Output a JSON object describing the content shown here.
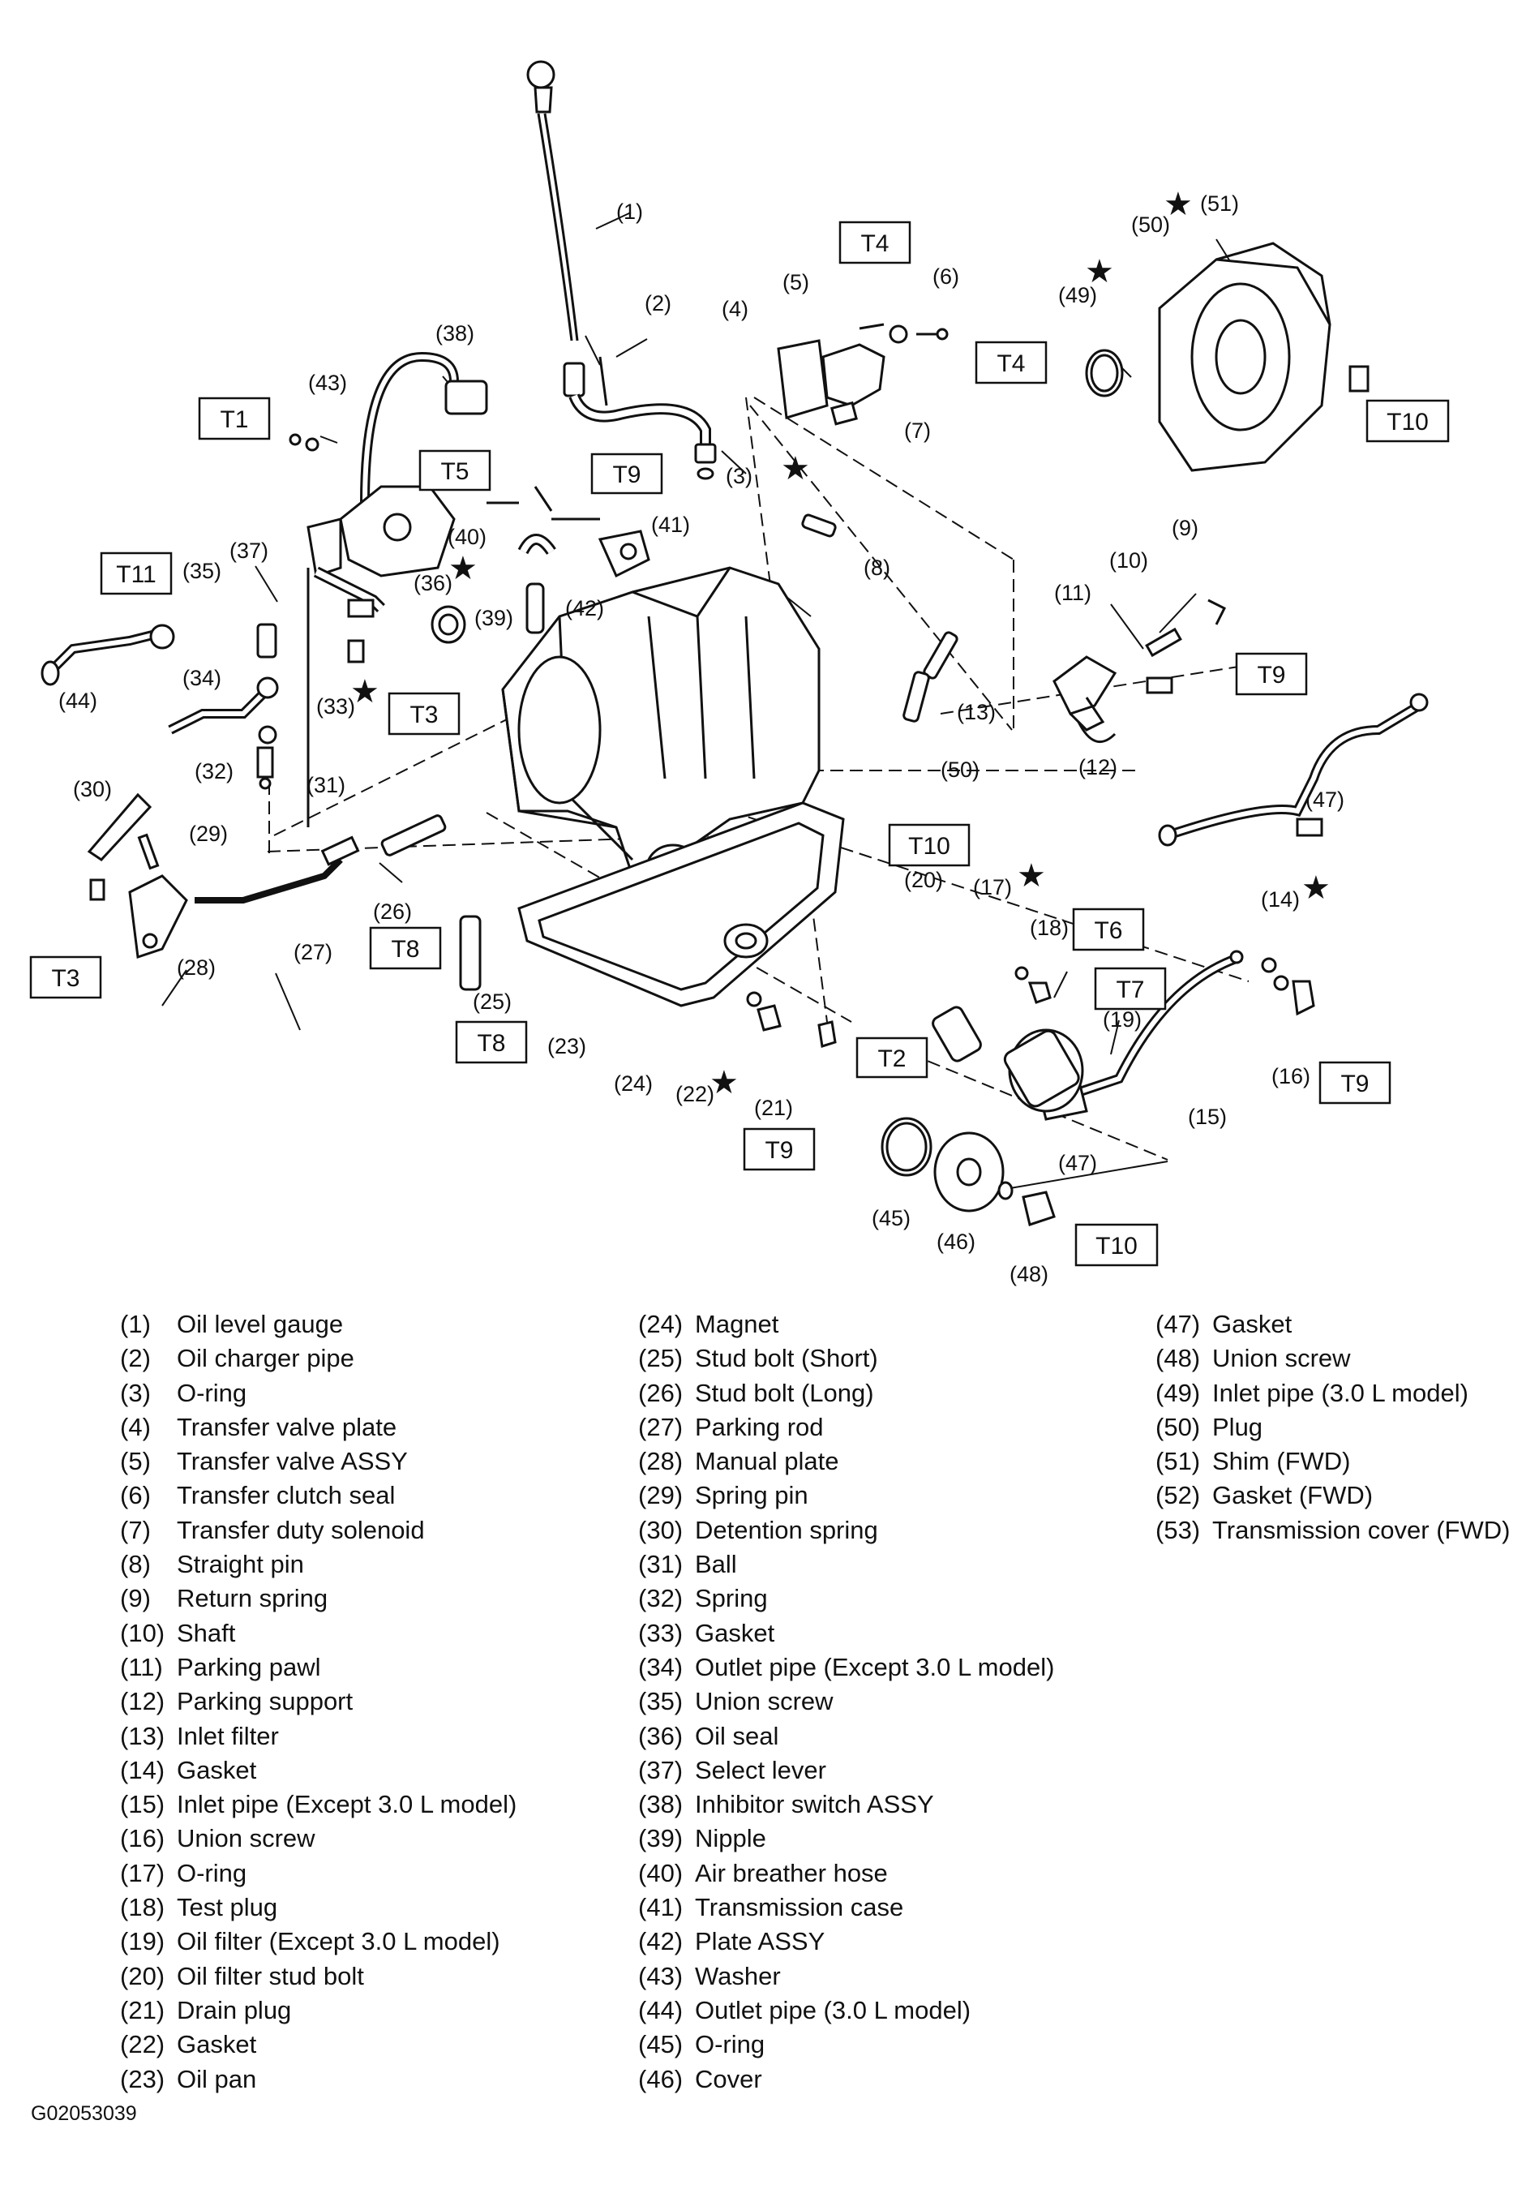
{
  "callouts": [
    {
      "id": "c1",
      "text": "(1)"
    },
    {
      "id": "c2",
      "text": "(2)"
    },
    {
      "id": "c3",
      "text": "(3)"
    },
    {
      "id": "c4",
      "text": "(4)"
    },
    {
      "id": "c5",
      "text": "(5)"
    },
    {
      "id": "c6",
      "text": "(6)"
    },
    {
      "id": "c7",
      "text": "(7)"
    },
    {
      "id": "c8",
      "text": "(8)"
    },
    {
      "id": "c9",
      "text": "(9)"
    },
    {
      "id": "c10",
      "text": "(10)"
    },
    {
      "id": "c11",
      "text": "(11)"
    },
    {
      "id": "c12",
      "text": "(12)"
    },
    {
      "id": "c13",
      "text": "(13)"
    },
    {
      "id": "c14",
      "text": "(14)"
    },
    {
      "id": "c15",
      "text": "(15)"
    },
    {
      "id": "c16",
      "text": "(16)"
    },
    {
      "id": "c17",
      "text": "(17)"
    },
    {
      "id": "c18",
      "text": "(18)"
    },
    {
      "id": "c19",
      "text": "(19)"
    },
    {
      "id": "c20",
      "text": "(20)"
    },
    {
      "id": "c21",
      "text": "(21)"
    },
    {
      "id": "c22",
      "text": "(22)"
    },
    {
      "id": "c23",
      "text": "(23)"
    },
    {
      "id": "c24",
      "text": "(24)"
    },
    {
      "id": "c25",
      "text": "(25)"
    },
    {
      "id": "c26",
      "text": "(26)"
    },
    {
      "id": "c27",
      "text": "(27)"
    },
    {
      "id": "c28",
      "text": "(28)"
    },
    {
      "id": "c29",
      "text": "(29)"
    },
    {
      "id": "c30",
      "text": "(30)"
    },
    {
      "id": "c31",
      "text": "(31)"
    },
    {
      "id": "c32",
      "text": "(32)"
    },
    {
      "id": "c33",
      "text": "(33)"
    },
    {
      "id": "c34",
      "text": "(34)"
    },
    {
      "id": "c35",
      "text": "(35)"
    },
    {
      "id": "c36",
      "text": "(36)"
    },
    {
      "id": "c37",
      "text": "(37)"
    },
    {
      "id": "c38",
      "text": "(38)"
    },
    {
      "id": "c39",
      "text": "(39)"
    },
    {
      "id": "c40",
      "text": "(40)"
    },
    {
      "id": "c41",
      "text": "(41)"
    },
    {
      "id": "c42",
      "text": "(42)"
    },
    {
      "id": "c43",
      "text": "(43)"
    },
    {
      "id": "c44",
      "text": "(44)"
    },
    {
      "id": "c45",
      "text": "(45)"
    },
    {
      "id": "c46",
      "text": "(46)"
    },
    {
      "id": "c47a",
      "text": "(47)"
    },
    {
      "id": "c47b",
      "text": "(47)"
    },
    {
      "id": "c48",
      "text": "(48)"
    },
    {
      "id": "c49",
      "text": "(49)"
    },
    {
      "id": "c50a",
      "text": "(50)"
    },
    {
      "id": "c50b",
      "text": "(50)"
    },
    {
      "id": "c51",
      "text": "(51)"
    }
  ],
  "torque_labels": [
    {
      "id": "t4a",
      "text": "T4"
    },
    {
      "id": "t4b",
      "text": "T4"
    },
    {
      "id": "t1",
      "text": "T1"
    },
    {
      "id": "t5",
      "text": "T5"
    },
    {
      "id": "t9a",
      "text": "T9"
    },
    {
      "id": "t10a",
      "text": "T10"
    },
    {
      "id": "t11",
      "text": "T11"
    },
    {
      "id": "t3a",
      "text": "T3"
    },
    {
      "id": "t9b",
      "text": "T9"
    },
    {
      "id": "t10b",
      "text": "T10"
    },
    {
      "id": "t6",
      "text": "T6"
    },
    {
      "id": "t7",
      "text": "T7"
    },
    {
      "id": "t8a",
      "text": "T8"
    },
    {
      "id": "t8b",
      "text": "T8"
    },
    {
      "id": "t3b",
      "text": "T3"
    },
    {
      "id": "t2",
      "text": "T2"
    },
    {
      "id": "t9c",
      "text": "T9"
    },
    {
      "id": "t9d",
      "text": "T9"
    },
    {
      "id": "t10c",
      "text": "T10"
    }
  ],
  "legend": [
    [
      {
        "num": "(1)",
        "name": "Oil level gauge"
      },
      {
        "num": "(2)",
        "name": "Oil charger pipe"
      },
      {
        "num": "(3)",
        "name": "O-ring"
      },
      {
        "num": "(4)",
        "name": "Transfer valve plate"
      },
      {
        "num": "(5)",
        "name": "Transfer valve ASSY"
      },
      {
        "num": "(6)",
        "name": "Transfer clutch seal"
      },
      {
        "num": "(7)",
        "name": "Transfer duty solenoid"
      },
      {
        "num": "(8)",
        "name": "Straight pin"
      },
      {
        "num": "(9)",
        "name": "Return spring"
      },
      {
        "num": "(10)",
        "name": "Shaft"
      },
      {
        "num": "(11)",
        "name": "Parking pawl"
      },
      {
        "num": "(12)",
        "name": "Parking support"
      },
      {
        "num": "(13)",
        "name": "Inlet filter"
      },
      {
        "num": "(14)",
        "name": "Gasket"
      },
      {
        "num": "(15)",
        "name": "Inlet pipe (Except 3.0 L model)"
      },
      {
        "num": "(16)",
        "name": "Union screw"
      },
      {
        "num": "(17)",
        "name": "O-ring"
      },
      {
        "num": "(18)",
        "name": "Test plug"
      },
      {
        "num": "(19)",
        "name": "Oil filter (Except 3.0 L model)"
      },
      {
        "num": "(20)",
        "name": "Oil filter stud bolt"
      },
      {
        "num": "(21)",
        "name": "Drain plug"
      },
      {
        "num": "(22)",
        "name": "Gasket"
      },
      {
        "num": "(23)",
        "name": "Oil pan"
      }
    ],
    [
      {
        "num": "(24)",
        "name": "Magnet"
      },
      {
        "num": "(25)",
        "name": "Stud bolt (Short)"
      },
      {
        "num": "(26)",
        "name": "Stud bolt (Long)"
      },
      {
        "num": "(27)",
        "name": "Parking rod"
      },
      {
        "num": "(28)",
        "name": "Manual plate"
      },
      {
        "num": "(29)",
        "name": "Spring pin"
      },
      {
        "num": "(30)",
        "name": "Detention spring"
      },
      {
        "num": "(31)",
        "name": "Ball"
      },
      {
        "num": "(32)",
        "name": "Spring"
      },
      {
        "num": "(33)",
        "name": "Gasket"
      },
      {
        "num": "(34)",
        "name": "Outlet pipe (Except 3.0 L model)"
      },
      {
        "num": "(35)",
        "name": "Union screw"
      },
      {
        "num": "(36)",
        "name": "Oil seal"
      },
      {
        "num": "(37)",
        "name": "Select lever"
      },
      {
        "num": "(38)",
        "name": "Inhibitor switch ASSY"
      },
      {
        "num": "(39)",
        "name": "Nipple"
      },
      {
        "num": "(40)",
        "name": "Air breather hose"
      },
      {
        "num": "(41)",
        "name": "Transmission case"
      },
      {
        "num": "(42)",
        "name": "Plate ASSY"
      },
      {
        "num": "(43)",
        "name": "Washer"
      },
      {
        "num": "(44)",
        "name": "Outlet pipe (3.0 L model)"
      },
      {
        "num": "(45)",
        "name": "O-ring"
      },
      {
        "num": "(46)",
        "name": "Cover"
      }
    ],
    [
      {
        "num": "(47)",
        "name": "Gasket"
      },
      {
        "num": "(48)",
        "name": "Union screw"
      },
      {
        "num": "(49)",
        "name": "Inlet pipe (3.0 L model)"
      },
      {
        "num": "(50)",
        "name": "Plug"
      },
      {
        "num": "(51)",
        "name": "Shim (FWD)"
      },
      {
        "num": "(52)",
        "name": "Gasket (FWD)"
      },
      {
        "num": "(53)",
        "name": "Transmission cover (FWD)"
      }
    ]
  ],
  "figure_id": "G02053039"
}
